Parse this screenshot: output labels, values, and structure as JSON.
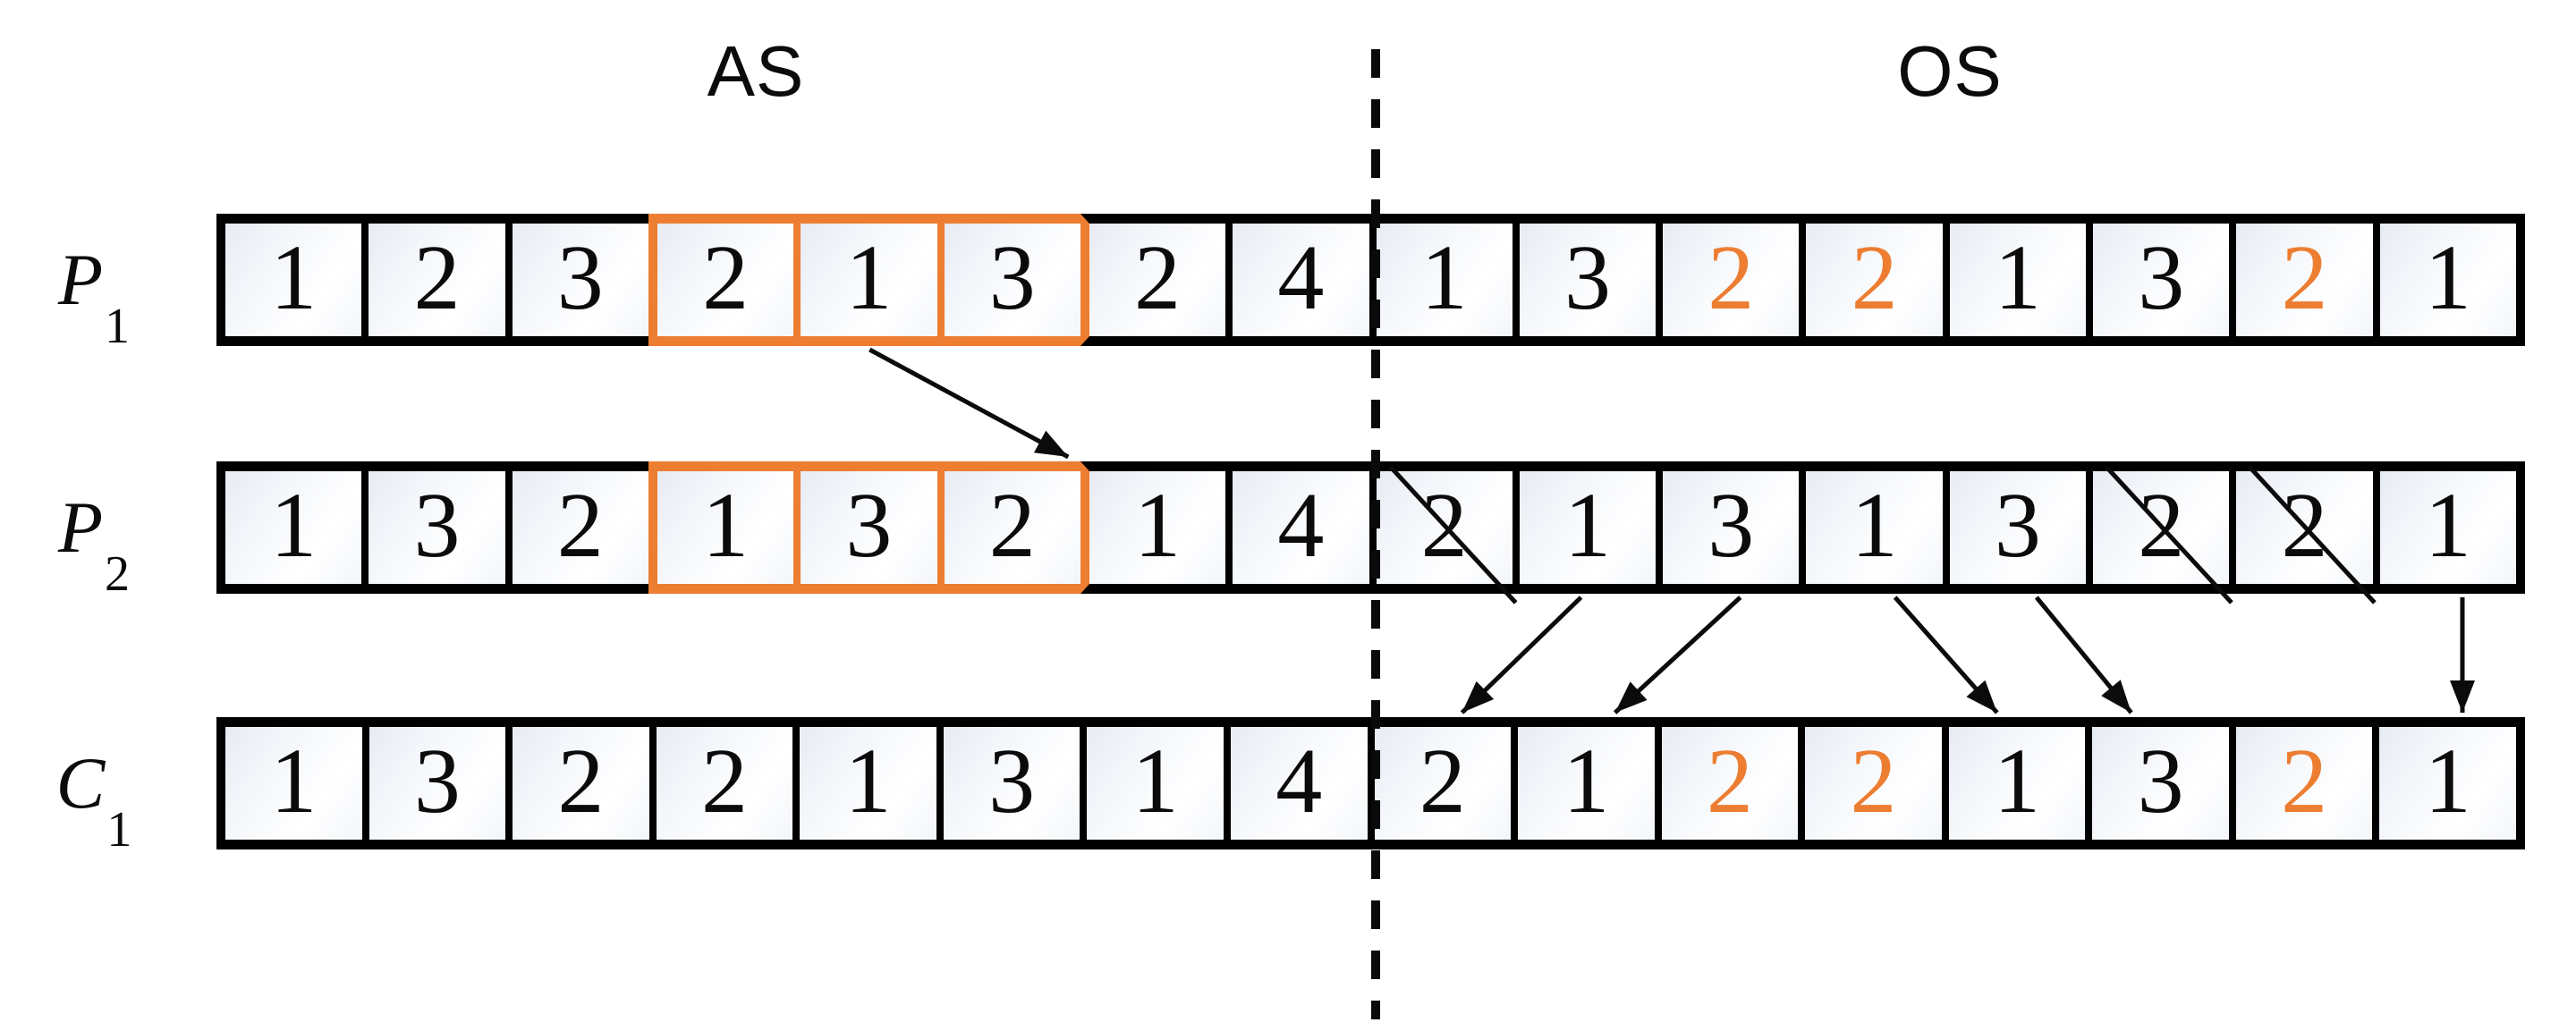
{
  "section_labels": {
    "as": "AS",
    "os": "OS"
  },
  "colors": {
    "accent_orange": "#ED7D31",
    "line_black": "#0b0b0b"
  },
  "rows": [
    {
      "name": "P1",
      "letter": "P",
      "subscript": "1",
      "cells": [
        {
          "v": "1"
        },
        {
          "v": "2"
        },
        {
          "v": "3"
        },
        {
          "v": "2",
          "seg": true
        },
        {
          "v": "1",
          "seg": true
        },
        {
          "v": "3",
          "seg": true
        },
        {
          "v": "2"
        },
        {
          "v": "4"
        },
        {
          "v": "1"
        },
        {
          "v": "3"
        },
        {
          "v": "2",
          "hl": true
        },
        {
          "v": "2",
          "hl": true
        },
        {
          "v": "1"
        },
        {
          "v": "3"
        },
        {
          "v": "2",
          "hl": true
        },
        {
          "v": "1"
        }
      ]
    },
    {
      "name": "P2",
      "letter": "P",
      "subscript": "2",
      "cells": [
        {
          "v": "1"
        },
        {
          "v": "3"
        },
        {
          "v": "2"
        },
        {
          "v": "1",
          "seg": true
        },
        {
          "v": "3",
          "seg": true
        },
        {
          "v": "2",
          "seg": true
        },
        {
          "v": "1"
        },
        {
          "v": "4"
        },
        {
          "v": "2",
          "crossed": true
        },
        {
          "v": "1"
        },
        {
          "v": "3"
        },
        {
          "v": "1"
        },
        {
          "v": "3"
        },
        {
          "v": "2",
          "crossed": true
        },
        {
          "v": "2",
          "crossed": true
        },
        {
          "v": "1"
        }
      ]
    },
    {
      "name": "C1",
      "letter": "C",
      "subscript": "1",
      "cells": [
        {
          "v": "1"
        },
        {
          "v": "3"
        },
        {
          "v": "2"
        },
        {
          "v": "2"
        },
        {
          "v": "1"
        },
        {
          "v": "3"
        },
        {
          "v": "1"
        },
        {
          "v": "4"
        },
        {
          "v": "2"
        },
        {
          "v": "1"
        },
        {
          "v": "2",
          "hl": true
        },
        {
          "v": "2",
          "hl": true
        },
        {
          "v": "1"
        },
        {
          "v": "3"
        },
        {
          "v": "2",
          "hl": true
        },
        {
          "v": "1"
        }
      ]
    }
  ],
  "arrows": [
    {
      "from_row": 0,
      "from_cell": 5,
      "from_dx": 0,
      "to_row": 1,
      "to_cell": 6,
      "to_dx": 62,
      "kind": "segment-copy"
    },
    {
      "from_row": 1,
      "from_cell": 10,
      "from_dx": -5,
      "to_row": 2,
      "to_cell": 9,
      "to_dx": 22,
      "kind": "gene-copy"
    },
    {
      "from_row": 1,
      "from_cell": 11,
      "from_dx": 13,
      "to_row": 2,
      "to_cell": 10,
      "to_dx": 33,
      "kind": "gene-copy"
    },
    {
      "from_row": 1,
      "from_cell": 12,
      "from_dx": 26,
      "to_row": 2,
      "to_cell": 13,
      "to_dx": -20,
      "kind": "gene-copy"
    },
    {
      "from_row": 1,
      "from_cell": 13,
      "from_dx": 24,
      "to_row": 2,
      "to_cell": 14,
      "to_dx": -30,
      "kind": "gene-copy"
    },
    {
      "from_row": 1,
      "from_cell": 16,
      "from_dx": 20,
      "to_row": 2,
      "to_cell": 16,
      "to_dx": 20,
      "kind": "gene-copy"
    }
  ]
}
